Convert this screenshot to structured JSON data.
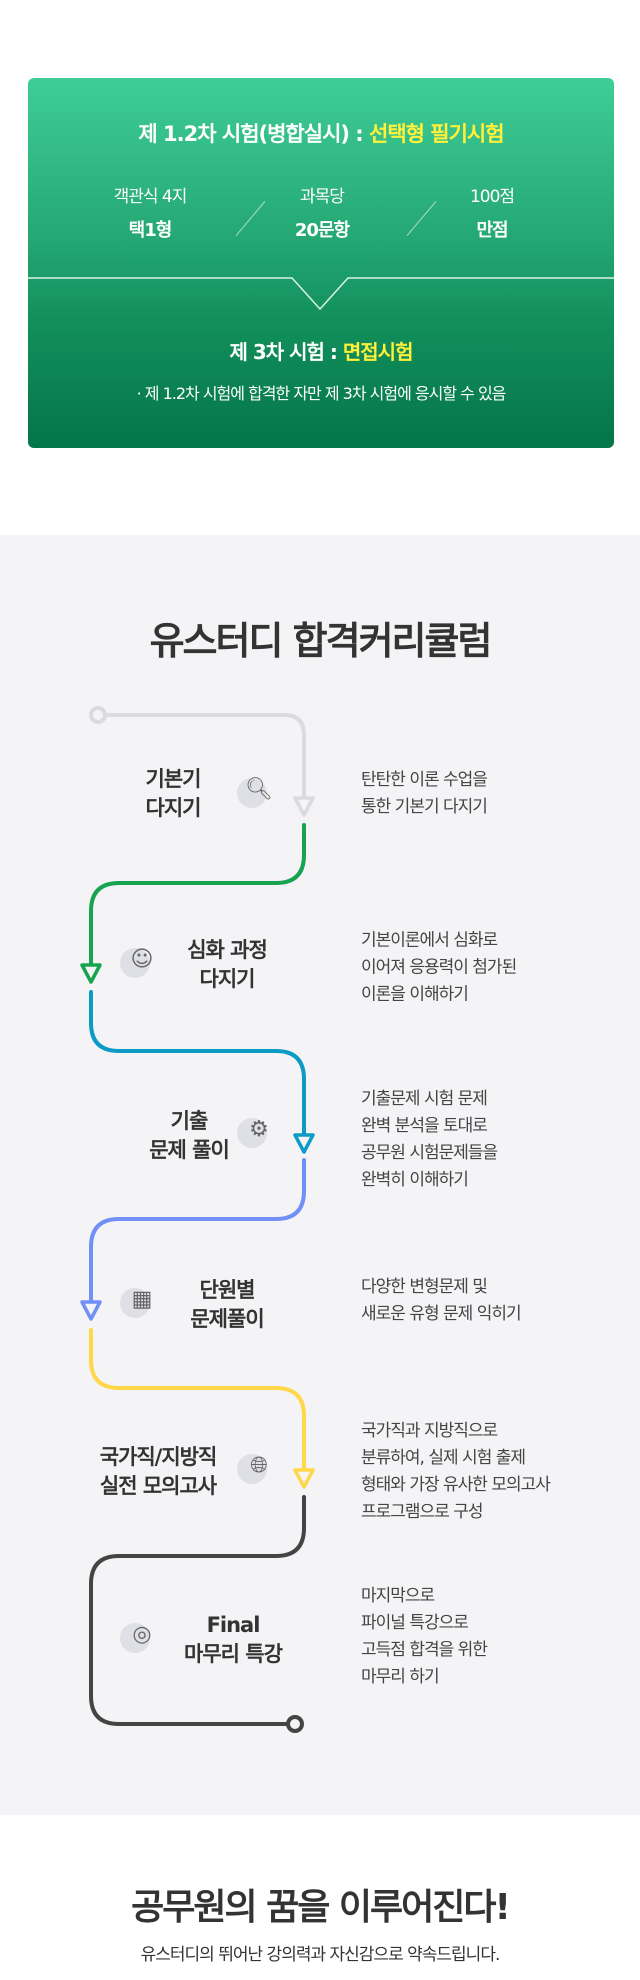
{
  "exam": {
    "stage1_prefix": "제 1.2차 시험(병합실시) : ",
    "stage1_highlight": "선택형 필기시험",
    "stats": [
      {
        "top": "객관식 4지",
        "bottom": "택1형"
      },
      {
        "top": "과목당",
        "bottom": "20문항"
      },
      {
        "top": "100점",
        "bottom": "만점"
      }
    ],
    "stage3_prefix": "제 3차 시험 : ",
    "stage3_highlight": "면접시험",
    "note": "· 제 1.2차 시험에 합격한 자만 제 3차 시험에 응시할 수 있음"
  },
  "curriculum": {
    "title": "유스터디 합격커리큘럼",
    "steps": [
      {
        "label": "기본기\n다지기",
        "icon": "magnifier-icon",
        "desc": "탄탄한 이론 수업을\n통한 기본기 다지기",
        "color": "#d9dbe0"
      },
      {
        "label": "심화 과정\n다지기",
        "icon": "person-icon",
        "desc": "기본이론에서 심화로\n이어져 응용력이 첨가된\n이론을 이해하기",
        "color": "#17a34f"
      },
      {
        "label": "기출\n문제 풀이",
        "icon": "gear-icon",
        "desc": "기출문제 시험 문제\n완벽 분석을 토대로\n공무원 시험문제들을\n완벽히 이해하기",
        "color": "#0b9bc5"
      },
      {
        "label": "단원별\n문제풀이",
        "icon": "calendar-icon",
        "desc": "다양한 변형문제 및\n새로운 유형 문제 익히기",
        "color": "#7190f7"
      },
      {
        "label": "국가직/지방직\n실전 모의고사",
        "icon": "globe-icon",
        "desc": "국가직과 지방직으로\n분류하여, 실제 시험 출제\n형태와 가장 유사한 모의고사\n프로그램으로 구성",
        "color": "#ffd84a"
      },
      {
        "label": "Final\n마무리 특강",
        "icon": "target-icon",
        "desc": "마지막으로\n파이널 특강으로\n고득점 합격을 위한\n마무리 하기",
        "color": "#444444"
      }
    ]
  },
  "footer": {
    "title": "공무원의 꿈을 이루어진다!",
    "subtitle": "유스터디의 뛰어난 강의력과 자신감으로 약속드립니다."
  }
}
